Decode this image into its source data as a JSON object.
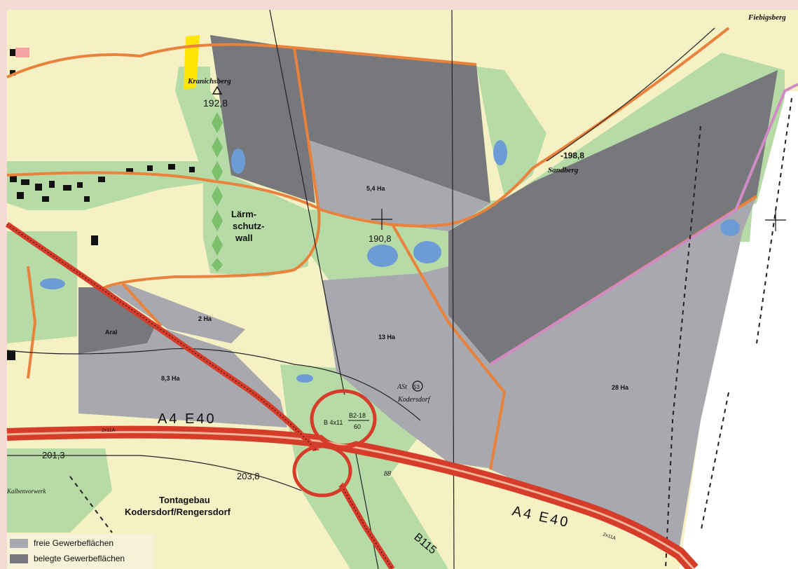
{
  "colors": {
    "frame": "#f4dcd4",
    "farmland": "#f6f1c4",
    "green_area": "#b7dba6",
    "free_area": "#a8a9ae",
    "occupied_area": "#77787c",
    "water": "#6d9bd6",
    "road_orange": "#e8823c",
    "motorway": "#d63c2a",
    "rail_purple": "#d08ac4",
    "yellow_plot": "#ffe600"
  },
  "labels": {
    "fiebigsberg": "Fiebigsberg",
    "kranichsberg": "Kranichsberg",
    "height_192": "192,8",
    "larm_1": "Lärm-",
    "larm_2": "schutz-",
    "larm_3": "wall",
    "area_54": "5,4 Ha",
    "height_1908": "190,8",
    "height_1988": "-198,8",
    "sandberg": "Sandberg",
    "area_2": "2 Ha",
    "aral": "Aral",
    "area_13": "13 Ha",
    "area_83": "8,3 Ha",
    "asr": "ASt",
    "asr_num": "53",
    "kodersdorf": "Kodersdorf",
    "area_28": "28 Ha",
    "road_b4": "B 4x11",
    "road_b2_top": "B2-18",
    "road_b2_bot": "60",
    "motorway_1": "A4 E40",
    "motorway_2": "A4 E40",
    "height_2013": "201,3",
    "height_2038": "203,8",
    "tontagebau_1": "Tontagebau",
    "tontagebau_2": "Kodersdorf/Rengersdorf",
    "kalbenvorwerk": "Kalbenvorwerk",
    "road_88": "88",
    "b115": "B115",
    "lane_1": "2x11A",
    "lane_2": "2x11A"
  },
  "legend": [
    {
      "label": "freie Gewerbeflächen",
      "color": "#a8a9ae"
    },
    {
      "label": "belegte Gewerbeflächen",
      "color": "#77787c"
    }
  ]
}
